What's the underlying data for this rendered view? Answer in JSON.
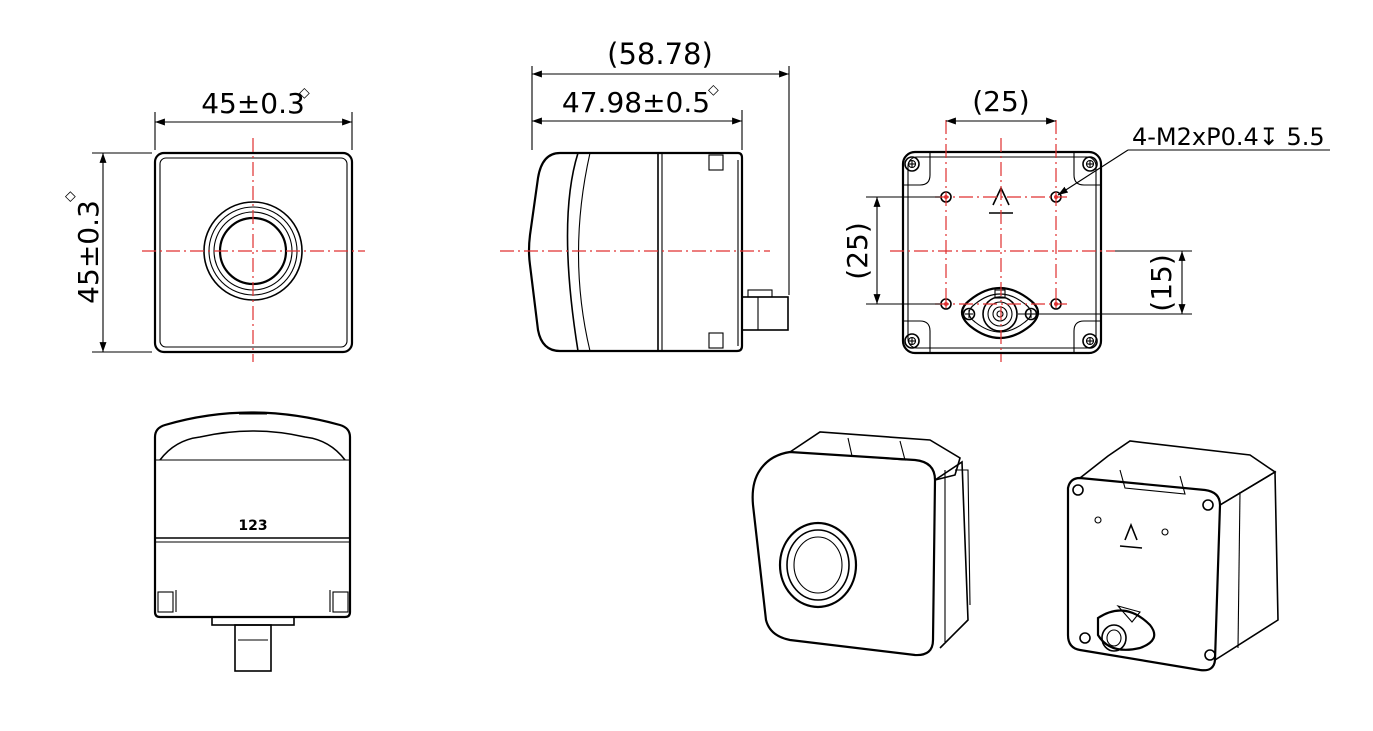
{
  "front_view": {
    "width": "45±0.3",
    "height": "45±0.3",
    "mark": "◇"
  },
  "side_view": {
    "length": "47.98±0.5",
    "overall_length": "(58.78)",
    "mark": "◇"
  },
  "rear_view": {
    "hole_spacing_h": "(25)",
    "hole_spacing_v": "(25)",
    "connector_offset": "(15)",
    "hole_note": "4-M2xP0.4↧ 5.5"
  },
  "bottom_view": {
    "label": "123"
  },
  "colors": {
    "outline": "#000000",
    "centerline": "#e03030",
    "background": "#ffffff"
  }
}
